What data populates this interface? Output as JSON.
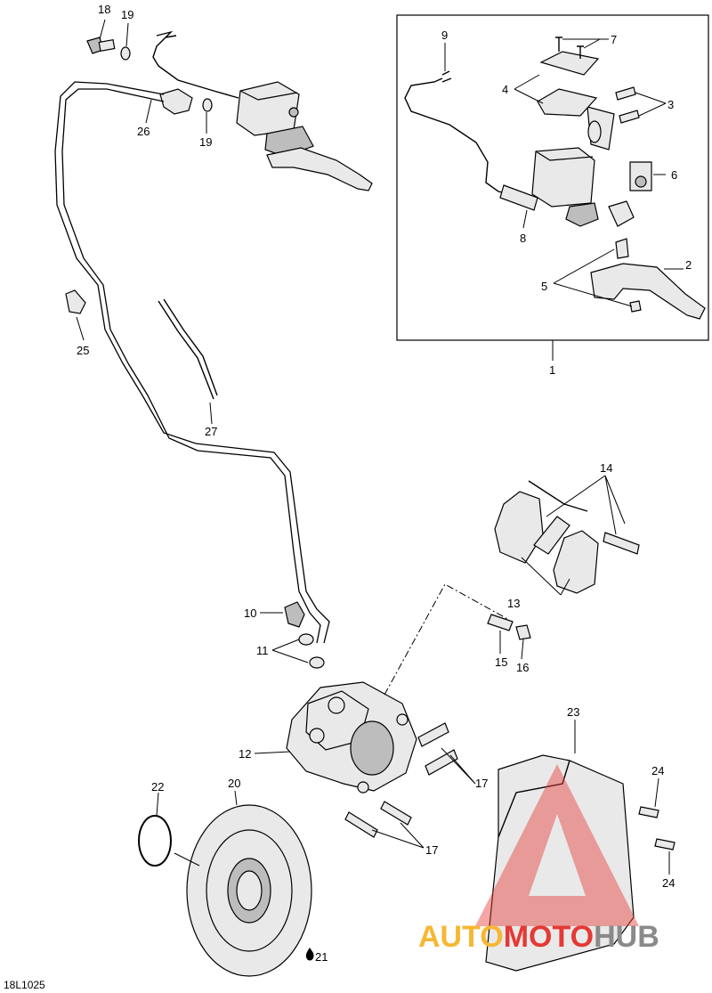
{
  "diagram_code": "18L1025",
  "callouts": {
    "c1": "1",
    "c2": "2",
    "c3": "3",
    "c4": "4",
    "c5": "5",
    "c6": "6",
    "c7": "7",
    "c8": "8",
    "c9": "9",
    "c10": "10",
    "c11": "11",
    "c12": "12",
    "c13": "13",
    "c14": "14",
    "c15": "15",
    "c16": "16",
    "c17a": "17",
    "c17b": "17",
    "c18": "18",
    "c19a": "19",
    "c19b": "19",
    "c20": "20",
    "c21": "21",
    "c22": "22",
    "c23": "23",
    "c24a": "24",
    "c24b": "24",
    "c25": "25",
    "c26": "26",
    "c27": "27"
  },
  "watermark": {
    "part1": "AUTO",
    "part2": "MOTO",
    "part3": "HUB",
    "color_red": "#e53935",
    "color_orange": "#f7b733",
    "color_gray": "#8a8a8a"
  }
}
